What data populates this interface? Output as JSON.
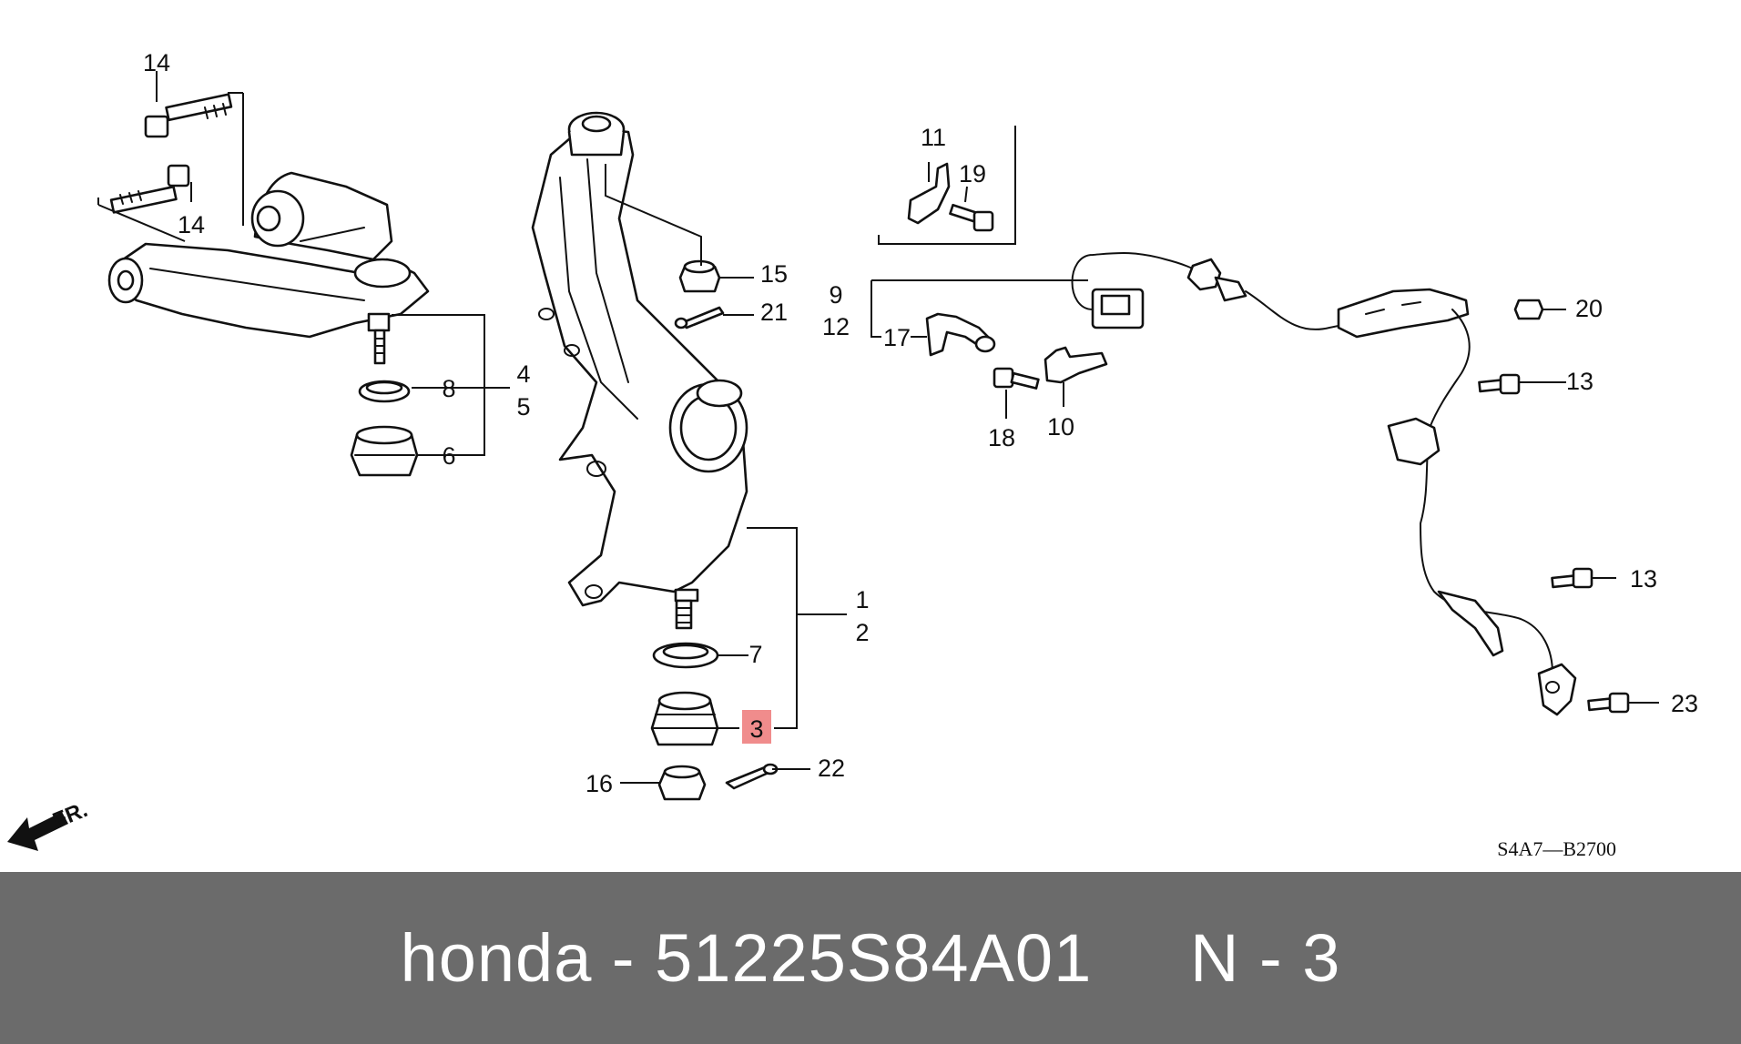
{
  "diagram": {
    "callouts": {
      "c1": "1",
      "c2": "2",
      "c3": "3",
      "c4": "4",
      "c5": "5",
      "c6": "6",
      "c7": "7",
      "c8": "8",
      "c9": "9",
      "c10": "10",
      "c11": "11",
      "c12": "12",
      "c13a": "13",
      "c13b": "13",
      "c14a": "14",
      "c14b": "14",
      "c15": "15",
      "c16": "16",
      "c17": "17",
      "c18": "18",
      "c19": "19",
      "c20": "20",
      "c21": "21",
      "c22": "22",
      "c23": "23"
    },
    "highlighted_callout": "3",
    "highlight_color": "#f08c8c",
    "direction_label": "FR.",
    "diagram_code": "S4A7—B2700"
  },
  "footer": {
    "caption": "honda - 51225S84A01     N - 3",
    "background_color": "#6b6b6b",
    "text_color": "#ffffff"
  }
}
